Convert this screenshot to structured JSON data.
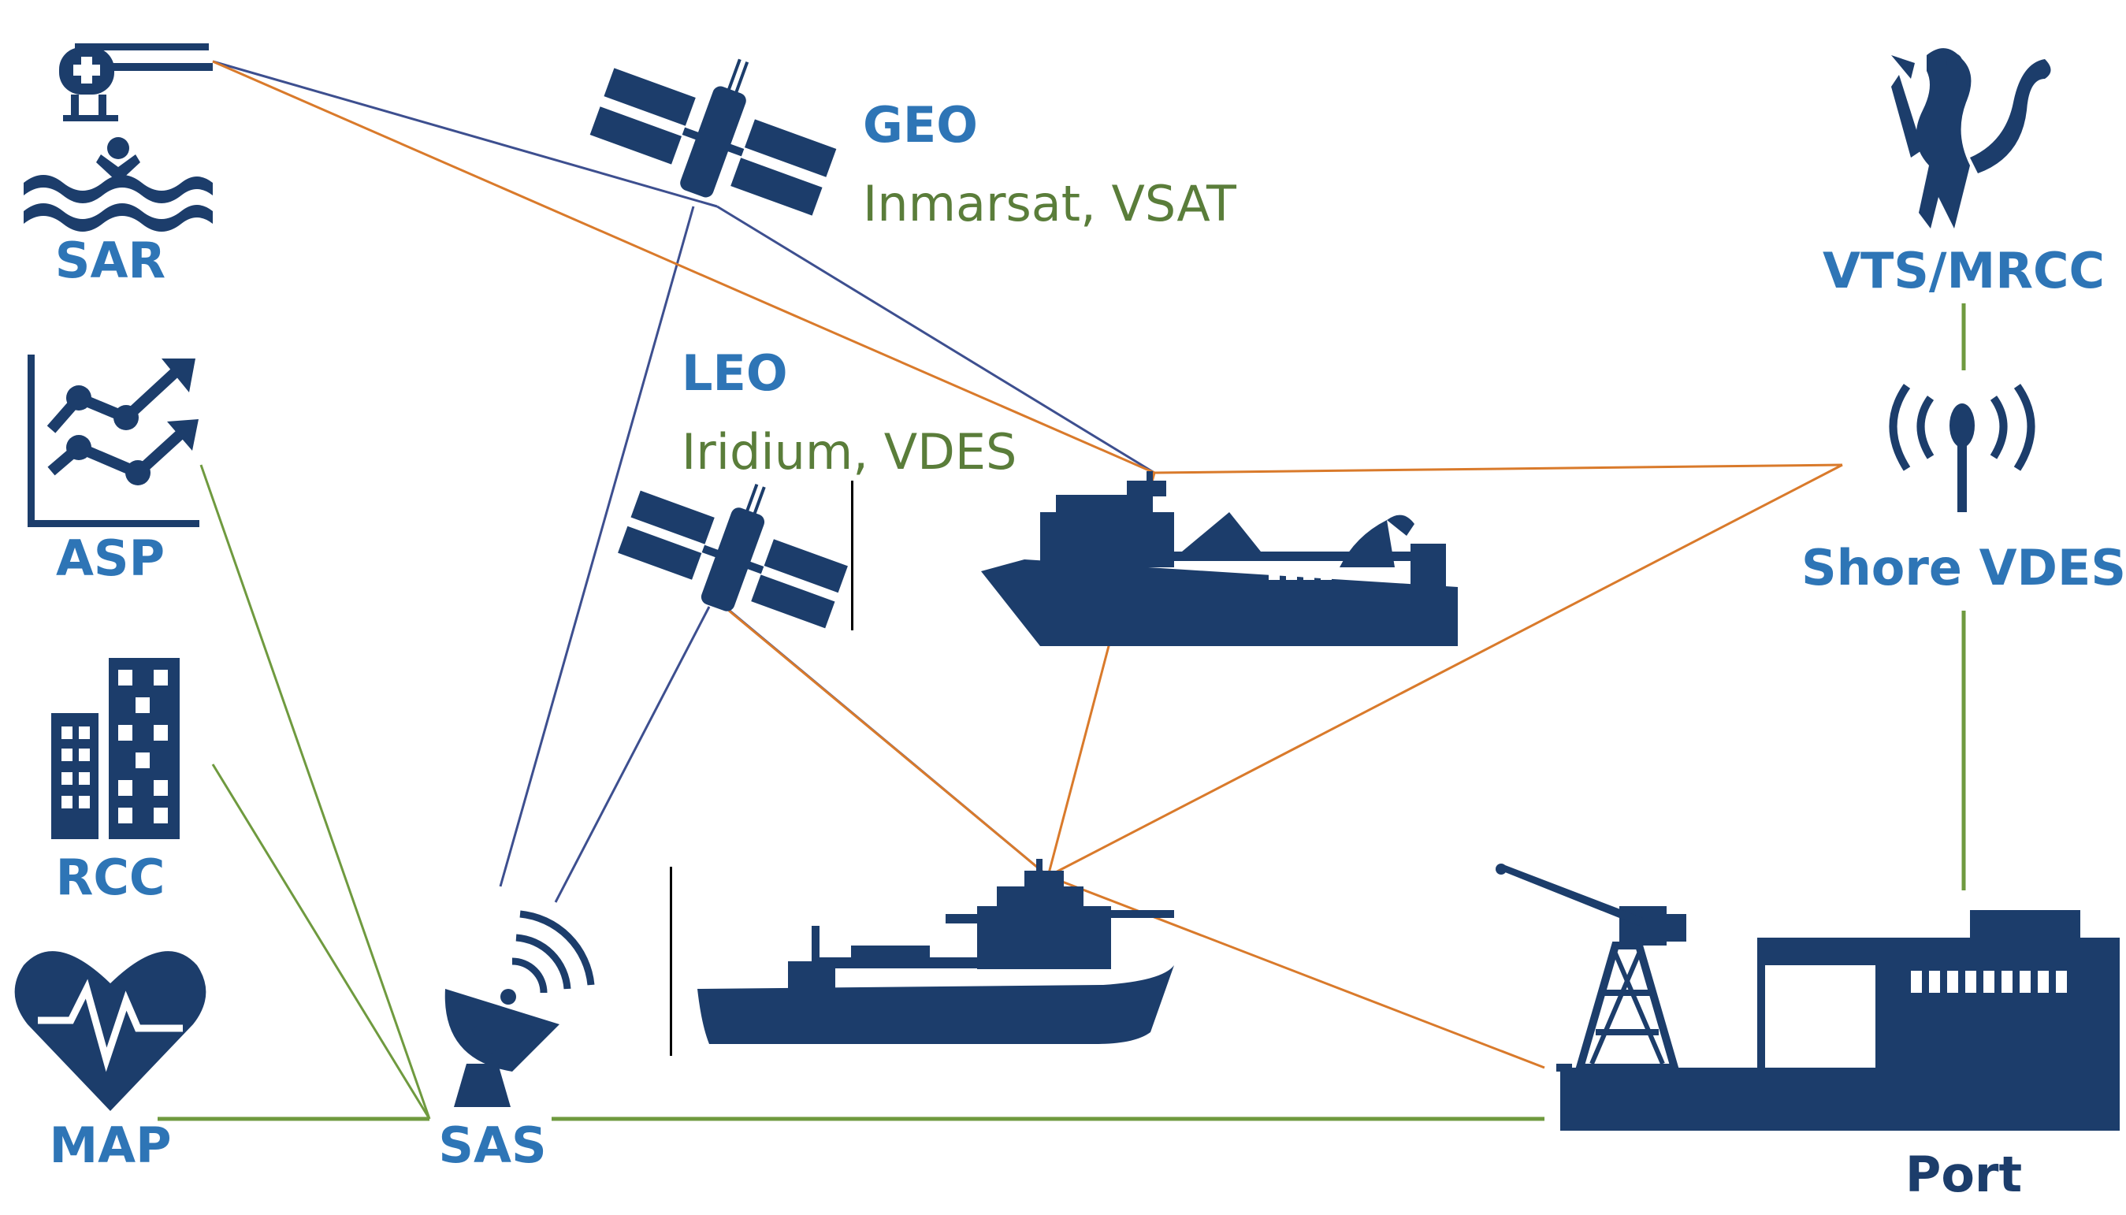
{
  "colors": {
    "icon": "#1c3d6b",
    "label_blue": "#2e75b6",
    "label_green": "#5a7d3a",
    "line_orange": "#d97a2b",
    "line_navy": "#3d4f8f",
    "line_green": "#6f9a3f"
  },
  "nodes": {
    "sar": {
      "label": "SAR",
      "icon": "rescue-helicopter-icon"
    },
    "asp": {
      "label": "ASP",
      "icon": "line-chart-icon"
    },
    "rcc": {
      "label": "RCC",
      "icon": "building-icon"
    },
    "map": {
      "label": "MAP",
      "icon": "heart-pulse-icon"
    },
    "sas": {
      "label": "SAS",
      "icon": "satellite-dish-icon"
    },
    "geo": {
      "label": "GEO",
      "sublabel": "Inmarsat, VSAT",
      "icon": "satellite-icon"
    },
    "leo": {
      "label": "LEO",
      "sublabel": "Iridium, VDES",
      "icon": "satellite-icon"
    },
    "vts": {
      "label": "VTS/MRCC",
      "icon": "coat-of-arms-icon"
    },
    "shore": {
      "label": "Shore VDES",
      "icon": "antenna-icon"
    },
    "port": {
      "label": "Port",
      "icon": "port-crane-icon"
    },
    "vessel_upper": {
      "icon": "fishing-vessel-icon"
    },
    "vessel_lower": {
      "icon": "offshore-vessel-icon"
    }
  }
}
